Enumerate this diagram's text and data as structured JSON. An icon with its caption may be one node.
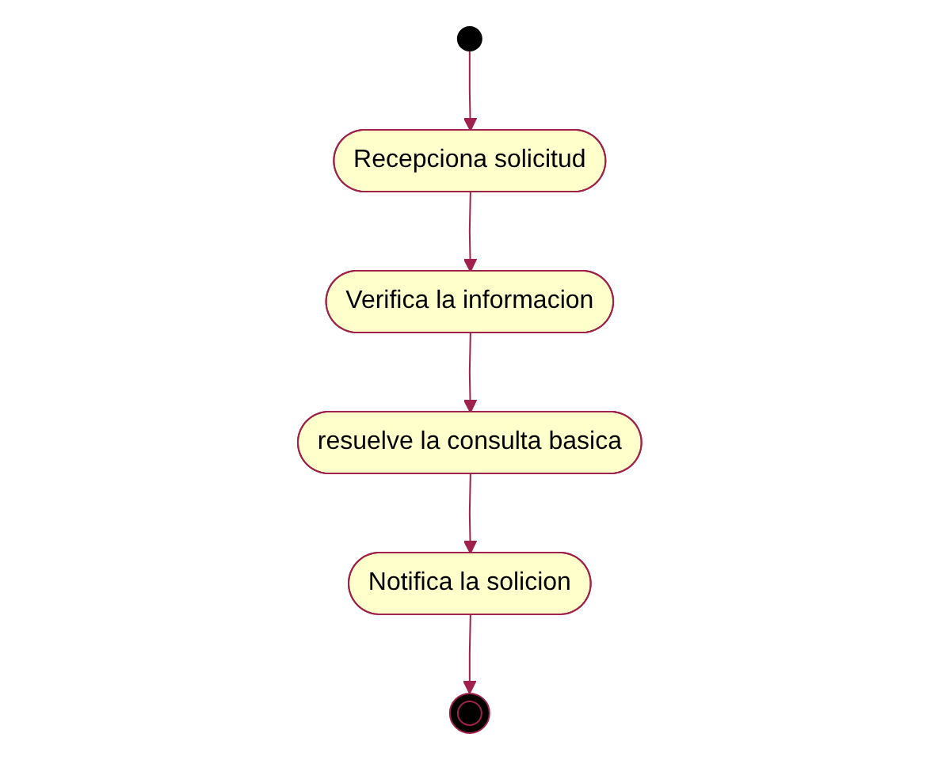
{
  "diagram": {
    "nodes": [
      {
        "text": [],
        "shape": "circle"
      },
      {
        "text": [
          "Recepciona solicitud"
        ]
      },
      {
        "text": [
          "Verifica la informacion"
        ]
      },
      {
        "text": [
          "resuelve la consulta basica"
        ]
      },
      {
        "text": [
          "Notifica la solicion"
        ]
      },
      {
        "text": [],
        "shape": "circle"
      }
    ],
    "edges": [
      {
        "from": 0,
        "to": 1,
        "arrow": "to"
      },
      {
        "from": 1,
        "to": 2,
        "arrow": "to"
      },
      {
        "from": 2,
        "to": 3,
        "arrow": "to"
      },
      {
        "from": 3,
        "to": 4,
        "arrow": "to"
      },
      {
        "from": 4,
        "to": 5,
        "arrow": "to"
      }
    ]
  }
}
